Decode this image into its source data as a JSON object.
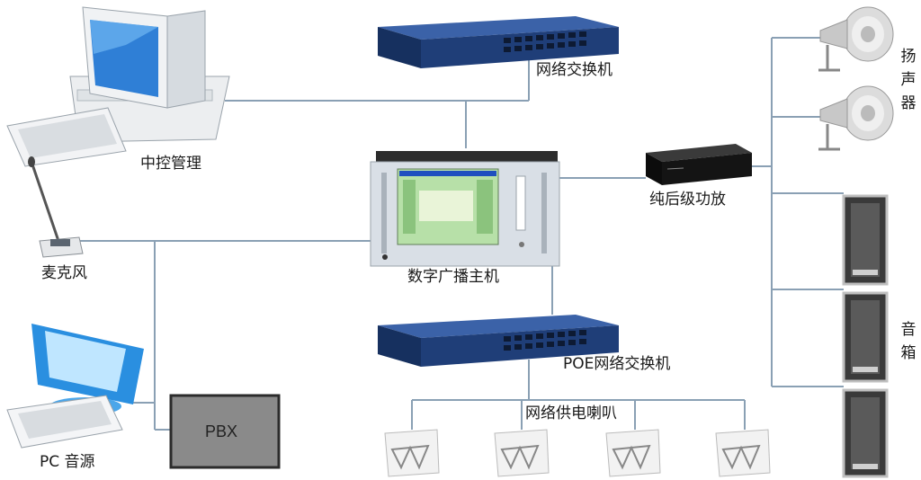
{
  "labels": {
    "central_control": "中控管理",
    "microphone": "麦克风",
    "pc_source": "PC 音源",
    "pbx": "PBX",
    "network_switch": "网络交换机",
    "broadcast_host": "数字广播主机",
    "power_amplifier": "纯后级功放",
    "poe_switch": "POE网络交换机",
    "network_speakers": "网络供电喇叭",
    "horn_speaker": [
      "扬",
      "声",
      "器"
    ],
    "box_speaker": [
      "音",
      "箱"
    ]
  },
  "colors": {
    "line": "#8aa0b4",
    "switch_body": "#1f3e78",
    "switch_top": "#3b62a8",
    "host_frame": "#d9dfe6",
    "host_screen": "#b7e0a8",
    "amp_body": "#141414",
    "pbx_fill": "#8a8a8a",
    "monitor_blue": "#2a8fe0"
  }
}
